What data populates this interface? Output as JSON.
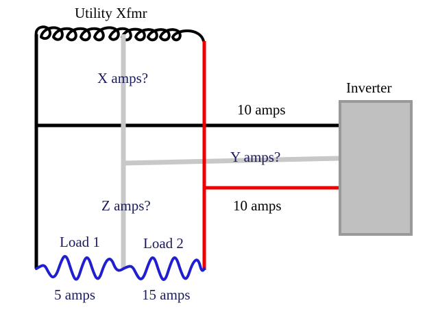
{
  "title": "Utility Xfmr",
  "inverter": {
    "label": "Inverter",
    "fill": "#c0c0c0",
    "border": "#999999"
  },
  "currents": {
    "x": "X amps?",
    "y": "Y amps?",
    "z": "Z amps?",
    "inverter_top": "10 amps",
    "inverter_bottom": "10 amps"
  },
  "loads": [
    {
      "name": "Load 1",
      "current": "5 amps"
    },
    {
      "name": "Load 2",
      "current": "15 amps"
    }
  ],
  "colors": {
    "leg1": "#000000",
    "neutral": "#c8c8c8",
    "leg2": "#ee0000",
    "load": "#1f1fd0",
    "text": "#1a1a5e"
  }
}
